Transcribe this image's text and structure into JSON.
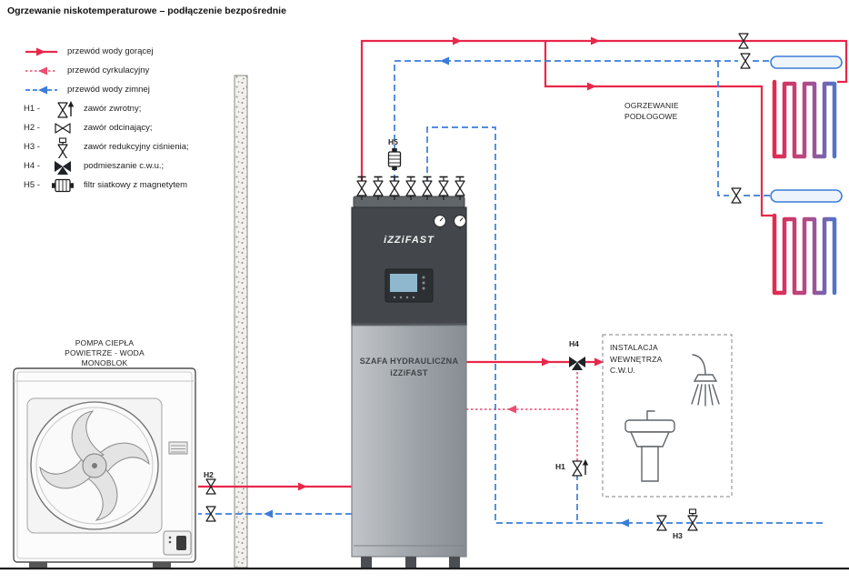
{
  "title": "Ogrzewanie niskotemperaturowe – podłączenie bezpośrednie",
  "colors": {
    "hot": "#e8274b",
    "circulation": "#ec4d72",
    "cold": "#3b7dd8",
    "cabinet-dark": "#43474c",
    "cabinet-light": "#9ba1a6"
  },
  "legend": {
    "lines": [
      {
        "label": "przewód wody gorącej"
      },
      {
        "label": "przewód cyrkulacyjny"
      },
      {
        "label": "przewód wody zimnej"
      }
    ],
    "symbols": [
      {
        "key": "H1 -",
        "label": "zawór zwrotny;"
      },
      {
        "key": "H2 -",
        "label": "zawór odcinający;"
      },
      {
        "key": "H3 -",
        "label": "zawór redukcyjny ciśnienia;"
      },
      {
        "key": "H4 -",
        "label": "podmieszanie c.w.u.;"
      },
      {
        "key": "H5 -",
        "label": "filtr siatkowy z magnetytem"
      }
    ]
  },
  "equipment": {
    "heat_pump_label": "POMPA CIEPŁA\nPOWIETRZE - WODA\nMONOBLOK",
    "cabinet_brand": "iZZiFAST",
    "cabinet_label": "SZAFA HYDRAULICZNA\niZZiFAST",
    "floor_heating_label": "OGRZEWANIE\nPODŁOGOWE",
    "dhw_label": "INSTALACJA\nWEWNĘTRZA\nC.W.U."
  },
  "markers": {
    "h1": "H1",
    "h2": "H2",
    "h3": "H3",
    "h4": "H4",
    "h5": "H5"
  }
}
